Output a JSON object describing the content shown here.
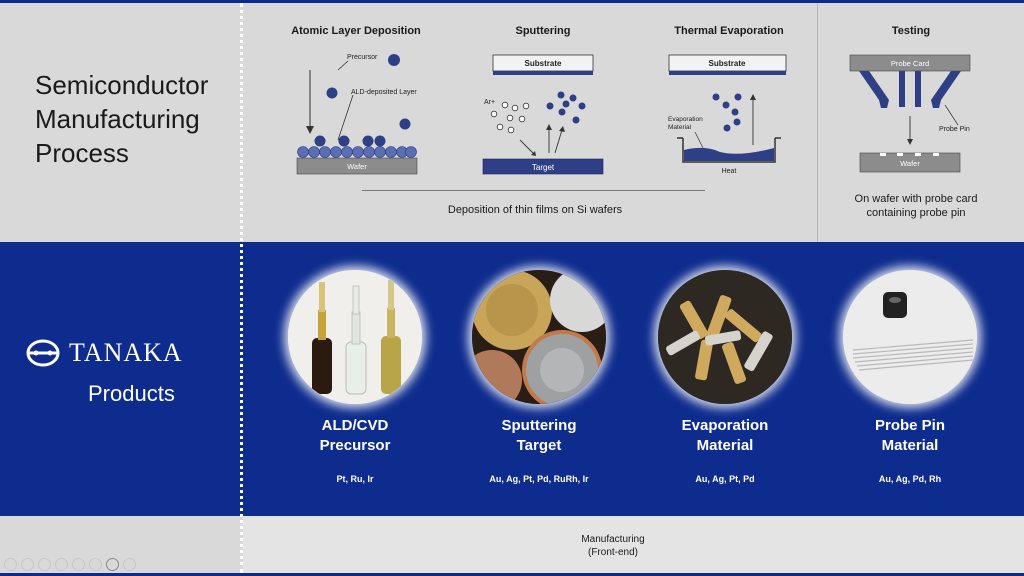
{
  "top_section": {
    "title": "Semiconductor\nManufacturing\nProcess",
    "processes": [
      {
        "name": "Atomic Layer Deposition",
        "labels": {
          "precursor": "Precursor",
          "layer": "ALD-deposited Layer",
          "wafer": "Wafer"
        }
      },
      {
        "name": "Sputtering",
        "labels": {
          "substrate": "Substrate",
          "ion": "Ar+",
          "target": "Target"
        }
      },
      {
        "name": "Thermal Evaporation",
        "labels": {
          "substrate": "Substrate",
          "material": "Evaporation\nMaterial",
          "heat": "Heat"
        }
      },
      {
        "name": "Testing",
        "labels": {
          "probe_card": "Probe Card",
          "probe_pin": "Probe Pin",
          "wafer": "Wafer"
        }
      }
    ],
    "deposition_caption": "Deposition of thin films on Si wafers",
    "testing_caption": "On wafer with probe card\ncontaining probe pin"
  },
  "brand": {
    "name": "TANAKA",
    "subtitle": "Products"
  },
  "products": [
    {
      "name": "ALD/CVD\nPrecursor",
      "materials": "Pt, Ru, Ir"
    },
    {
      "name": "Sputtering\nTarget",
      "materials": "Au, Ag, Pt, Pd, RuRh, Ir"
    },
    {
      "name": "Evaporation\nMaterial",
      "materials": "Au, Ag, Pt, Pd"
    },
    {
      "name": "Probe Pin\nMaterial",
      "materials": "Au, Ag, Pd, Rh"
    }
  ],
  "footer": {
    "label": "Manufacturing\n(Front-end)"
  },
  "colors": {
    "navy": "#0e2c8e",
    "grey": "#d9d9d9",
    "wafer": "#8c8c8c",
    "atom": "#2e3f86",
    "layer": "#5b6db3"
  },
  "icons": [
    "slide-prev-icon",
    "slide-next-icon",
    "pen-icon",
    "copy-icon",
    "zoom-icon",
    "subtitles-icon",
    "camera-icon",
    "more-icon"
  ]
}
